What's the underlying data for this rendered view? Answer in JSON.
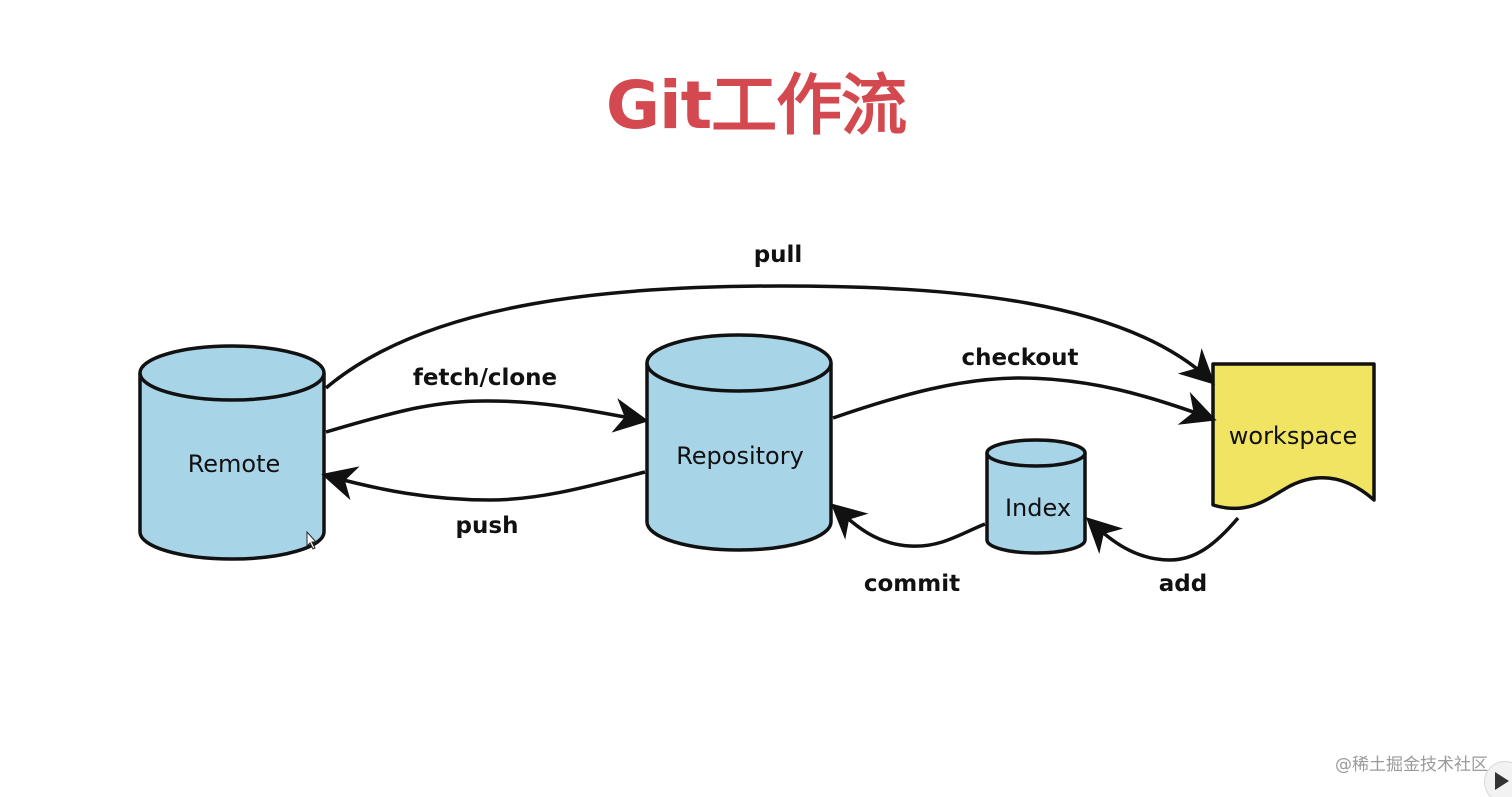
{
  "title": "Git工作流",
  "nodes": {
    "remote": "Remote",
    "repository": "Repository",
    "index": "Index",
    "workspace": "workspace"
  },
  "edges": {
    "pull": "pull",
    "fetch_clone": "fetch/clone",
    "push": "push",
    "checkout": "checkout",
    "commit": "commit",
    "add": "add"
  },
  "watermark": "@稀土掘金技术社区",
  "colors": {
    "title": "#d4494f",
    "cylinder_fill": "#a8d4e8",
    "workspace_fill": "#f0e462",
    "stroke": "#111111"
  }
}
